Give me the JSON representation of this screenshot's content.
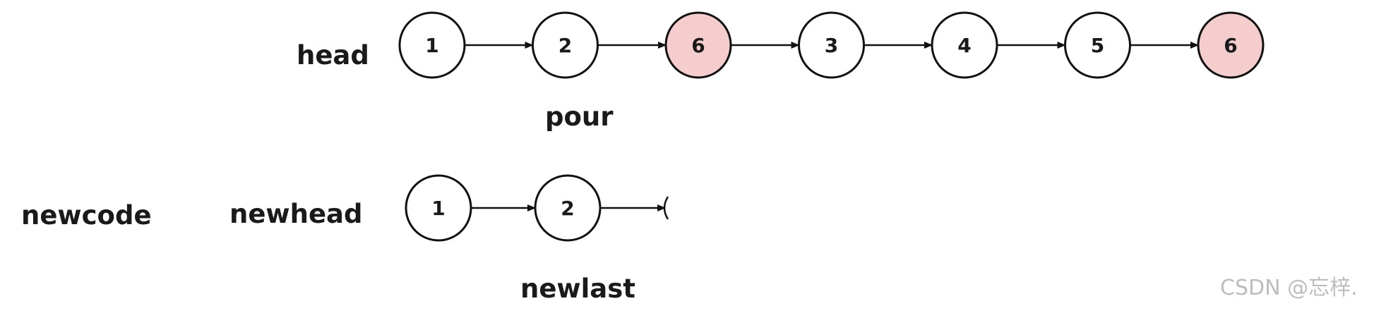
{
  "labels": {
    "head": "head",
    "pour": "pour",
    "newcode": "newcode",
    "newhead": "newhead",
    "newlast": "newlast"
  },
  "list_head": [
    "1",
    "2",
    "6",
    "3",
    "4",
    "5",
    "6"
  ],
  "list_head_highlight": [
    false,
    false,
    true,
    false,
    false,
    false,
    true
  ],
  "list_new": [
    "1",
    "2"
  ],
  "colors": {
    "highlight_fill": "#f6cdcd",
    "node_fill": "#ffffff",
    "stroke": "#111111"
  },
  "watermark": "CSDN @忘梓."
}
